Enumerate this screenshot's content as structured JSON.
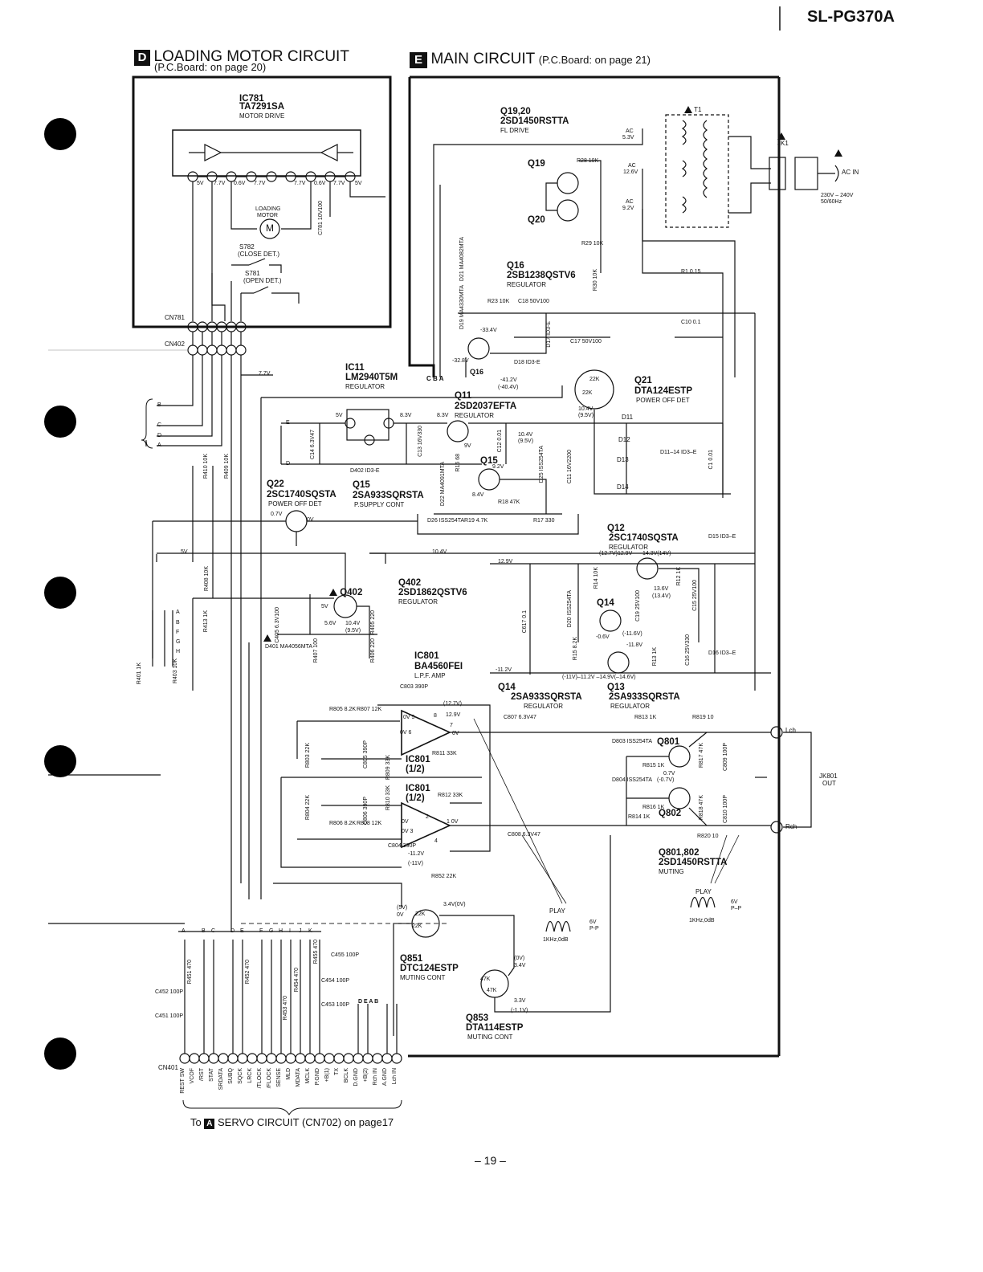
{
  "header": {
    "model": "SL-PG370A"
  },
  "section_d": {
    "letter": "D",
    "title": "LOADING MOTOR CIRCUIT",
    "board_ref": "(P.C.Board: on page 20)"
  },
  "section_e": {
    "letter": "E",
    "title": "MAIN CIRCUIT",
    "board_ref": "(P.C.Board: on page 21)"
  },
  "ic781": {
    "ref": "IC781",
    "part": "TA7291SA",
    "func": "MOTOR DRIVE",
    "pin_voltages": [
      "5V",
      "7.7V",
      "0.6V",
      "7.7V",
      "",
      "7.7V",
      "0.6V",
      "7.7V",
      "5V"
    ]
  },
  "loading_motor": {
    "label": "LOADING",
    "label2": "MOTOR",
    "symbol": "M"
  },
  "c781": "C781 10V100",
  "s782": {
    "ref": "S782",
    "desc": "(CLOSE DET.)"
  },
  "s781": {
    "ref": "S781",
    "desc": "(OPEN DET.)"
  },
  "cn781": "CN781",
  "cn402": "CN402",
  "ac_in": {
    "jk1": "JK1",
    "t1": "T1",
    "label": "AC IN",
    "range": "230V – 240V",
    "freq": "50/60Hz"
  },
  "transformer_taps": [
    {
      "a": "AC",
      "b": "5.3V"
    },
    {
      "a": "AC",
      "b": "12.6V"
    },
    {
      "a": "AC",
      "b": "9.2V"
    }
  ],
  "q1920": {
    "ref": "Q19,20",
    "part": "2SD1450RSTTA",
    "func": "FL DRIVE",
    "q19": "Q19",
    "q20": "Q20",
    "r28": "R28 10K",
    "r29": "R29 10K"
  },
  "r1": "R1 0.15",
  "q16": {
    "ref": "Q16",
    "part": "2SB1238QSTV6",
    "func": "REGULATOR"
  },
  "r30": "R30 10K",
  "d21": "D21 MA4082MTA",
  "d19": "D19 MA4330MTA",
  "r23": "R23 10K",
  "c18": "C18 50V100",
  "c10": "C10 0.1",
  "v_m334": "-33.4V",
  "d17": "D17 ID3-E",
  "c17": "C17 50V100",
  "v_m328": "-32.8V",
  "d18": "D18 ID3-E",
  "q16b": "Q16",
  "v_m412": "-41.2V",
  "v_m404": "(-40.4V)",
  "v_77": "7.7V",
  "ic11": {
    "ref": "IC11",
    "part": "LM2940T5M",
    "func": "REGULATOR"
  },
  "cba": "C B A",
  "q11": {
    "ref": "Q11",
    "part": "2SD2037EFTA",
    "func": "REGULATOR"
  },
  "q21": {
    "ref": "Q21",
    "part": "DTA124ESTP",
    "func": "POWER OFF DET",
    "r1": "22K",
    "r2": "22K"
  },
  "v_104": "10.4V",
  "v_95": "(9.5V)",
  "d11": "D11",
  "d12": "D12",
  "d13": "D13",
  "d14": "D14",
  "d11_14": "D11–14 ID3–E",
  "c1": "C1 0.01",
  "ic11_5v": "5V",
  "ic11_83v": "8.3V",
  "q11_83v": "8.3V",
  "c14": "C14 6.3V47",
  "c13": "C13 16V330",
  "c12": "C12 0.01",
  "v_104b": "10.4V",
  "v_95b": "(9.5V)",
  "d402": "D402 ID3-E",
  "r16": "R16 68",
  "v_9": "9V",
  "v_92": "9.2V",
  "q15_lbl": "Q15",
  "d25": "D25 ISS254TA",
  "c11": "C11 16V2200",
  "q22": {
    "ref": "Q22",
    "part": "2SC1740SQSTA",
    "func": "POWER OFF DET"
  },
  "q15": {
    "ref": "Q15",
    "part": "2SA933SQRSTA",
    "func": "P.SUPPLY CONT"
  },
  "d22": "D22 MA4091MTA",
  "v_84": "8.4V",
  "r18": "R18 47K",
  "r410": "R410 10K",
  "r409": "R409 10K",
  "v_07": "0.7V",
  "v_0": "0V",
  "d26": "D26 ISS254TA",
  "r19": "R19 4.7K",
  "r17": "R17 330",
  "q12": {
    "ref": "Q12",
    "part": "2SC1740SQSTA",
    "func": "REGULATOR"
  },
  "q12_v": "(12.7V)12.9V",
  "q12_v2": "14.3V(14V)",
  "d15": "D15 ID3–E",
  "v_5": "5V",
  "v_104c": "10.4V",
  "v_129": "12.9V",
  "r408": "R408 10K",
  "q402": {
    "ref": "Q402",
    "part": "2SD1862QSTV6",
    "func": "REGULATOR"
  },
  "r14": "R14 10K",
  "r12": "R12 1K",
  "v_136": "13.6V",
  "v_134": "(13.4V)",
  "c15": "C15 25V100",
  "d20": "D20 ISS254TA",
  "q14_lbl": "Q14",
  "c19": "C19 25V100",
  "c617": "C617 0.1",
  "r413": "R413 1K",
  "c405": "C405 6.3V100",
  "q402_5v": "5V",
  "q402_56": "5.6V",
  "q402_104": "10.4V",
  "q402_95": "(9.5V)",
  "r405": "R405 220",
  "v_m06": "-0.6V",
  "v_m116": "(-11.6V)",
  "v_m118": "-11.8V",
  "r15": "R15 8.2K",
  "r13": "R13 1K",
  "c16": "C16 25V330",
  "d16": "D16 ID3–E",
  "d401": "D401 MA4056MTA",
  "r407": "R407 100",
  "r406": "R406 220",
  "ic801": {
    "ref": "IC801",
    "part": "BA4560FEI",
    "func": "L.P.F. AMP"
  },
  "v_m112": "-11.2V",
  "v_bottom": "(-11V)–11.2V –14.9V(–14.6V)",
  "q14": {
    "ref": "Q14",
    "part": "2SA933SQRSTA",
    "func": "REGULATOR"
  },
  "q13": {
    "ref": "Q13",
    "part": "2SA933SQRSTA",
    "func": "REGULATOR"
  },
  "r401": "R401 1K",
  "r403": "R403 10K",
  "connector_letters_left": [
    "B",
    "C",
    "D",
    "A"
  ],
  "connector_letters_mid": [
    "A",
    "B",
    "F",
    "G",
    "H"
  ],
  "c803": "C803 390P",
  "v_127": "(12.7V)",
  "r805": "R805 8.2K",
  "r807": "R807 12K",
  "op_0v5": "0V 5",
  "op_8": "8",
  "op_129": "12.9V",
  "op_7": "7",
  "op_0v6": "0V 6",
  "op_out0v": "0V",
  "c807": "C807 6.3V47",
  "r813": "R813 1K",
  "r819": "R819 10",
  "q801_lbl": "Q801",
  "d803": "D803 ISS254TA",
  "r815": "R815 1K",
  "v_07b": "0.7V",
  "r817": "R817 47K",
  "c809": "C809 100P",
  "lch": "Lch",
  "jk801": "JK801",
  "jk801_out": "OUT",
  "rch": "Rch",
  "r803": "R803 22K",
  "c805": "C805 390P",
  "r809": "R809 33K",
  "ic801a": "IC801",
  "ic801a_half": "(1/2)",
  "r811": "R811 33K",
  "ic801b": "IC801",
  "ic801b_half": "(1/2)",
  "r812": "R812 33K",
  "d804": "D804 ISS254TA",
  "v_m07": "(-0.7V)",
  "r816": "R816 1K",
  "q802_lbl": "Q802",
  "r814": "R814 1K",
  "r818": "R818 47K",
  "c810": "C810 100P",
  "r804": "R804 22K",
  "c806": "C806 390P",
  "r810": "R810 33K",
  "op2_2": "2",
  "op2_1v": "1  0V",
  "op2_0v": "0V",
  "op2_3": "0V 3",
  "op2_4": "4",
  "r806": "R806 8.2K",
  "r808": "R808 12K",
  "c808": "C808 6.3V47",
  "r820": "R820 10",
  "c804": "C804 390P",
  "v_m112b": "-11.2V",
  "v_m11": "(-11V)",
  "q801802": {
    "ref": "Q801,802",
    "part": "2SD1450RSTTA",
    "func": "MUTING"
  },
  "r852": "R852 22K",
  "v_34": "3.4V(0V)",
  "v_5b": "(5V)",
  "v_0b": "0V",
  "q851_r1": "22K",
  "q851_r2": "22K",
  "play1": {
    "label": "PLAY",
    "amp": "6V",
    "amp2": "P-P",
    "freq": "1KHz,0dB"
  },
  "play2": {
    "label": "PLAY",
    "amp": "6V",
    "amp2": "P–P",
    "freq": "1KHz,0dB"
  },
  "q851": {
    "ref": "Q851",
    "part": "DTC124ESTP",
    "func": "MUTING CONT"
  },
  "v_0c": "(0V)",
  "v_34b": "3.4V",
  "v_33": "3.3V",
  "v_m11b": "(-1.1V)",
  "q853_r1": "47K",
  "q853_r2": "47K",
  "q853": {
    "ref": "Q853",
    "part": "DTA114ESTP",
    "func": "MUTING CONT"
  },
  "cn401_top": [
    "A",
    "B",
    "C",
    "D",
    "E",
    "F",
    "G",
    "H",
    "I",
    "J",
    "K"
  ],
  "r451": "R451 470",
  "r452": "R452 470",
  "r455": "R455 470",
  "c455": "C455 100P",
  "r454": "R454 470",
  "c454": "C454 100P",
  "r453": "R453 470",
  "c453": "C453 100P",
  "c452": "C452 100P",
  "c451": "C451 100P",
  "dea b": "D E A B",
  "cn401": "CN401",
  "cn401_pins": [
    "REST SW",
    "VCOF",
    "/RST",
    "STAT",
    "SRDATA",
    "SUBQ",
    "SQCK",
    "LRCK",
    "/TLOCK",
    "/FLOCK",
    "SENSE",
    "MLD",
    "MDATA",
    "MCLK",
    "P.GND",
    "+B(1)",
    "TX",
    "BCLK",
    "D.GND",
    "+B(2)",
    "Rch IN",
    "A.GND",
    "Lch IN"
  ],
  "to_servo": {
    "prefix": "To",
    "letter": "A",
    "text": "SERVO CIRCUIT (CN702) on page17"
  },
  "page_number": "– 19 –"
}
